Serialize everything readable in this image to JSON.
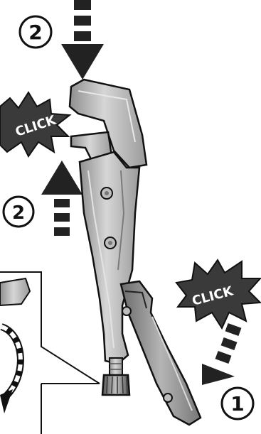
{
  "figure": {
    "click_top_left": "CLICK",
    "click_right": "CLICK",
    "step_top": "2",
    "step_mid": "2",
    "step_bottom_right": "1"
  },
  "colors": {
    "metal_light": "#c9c9c9",
    "metal_mid": "#a3a3a3",
    "metal_dark": "#6e6e6e",
    "outline": "#111111",
    "burst_fill": "#3a3a3a",
    "arrow": "#222222"
  }
}
